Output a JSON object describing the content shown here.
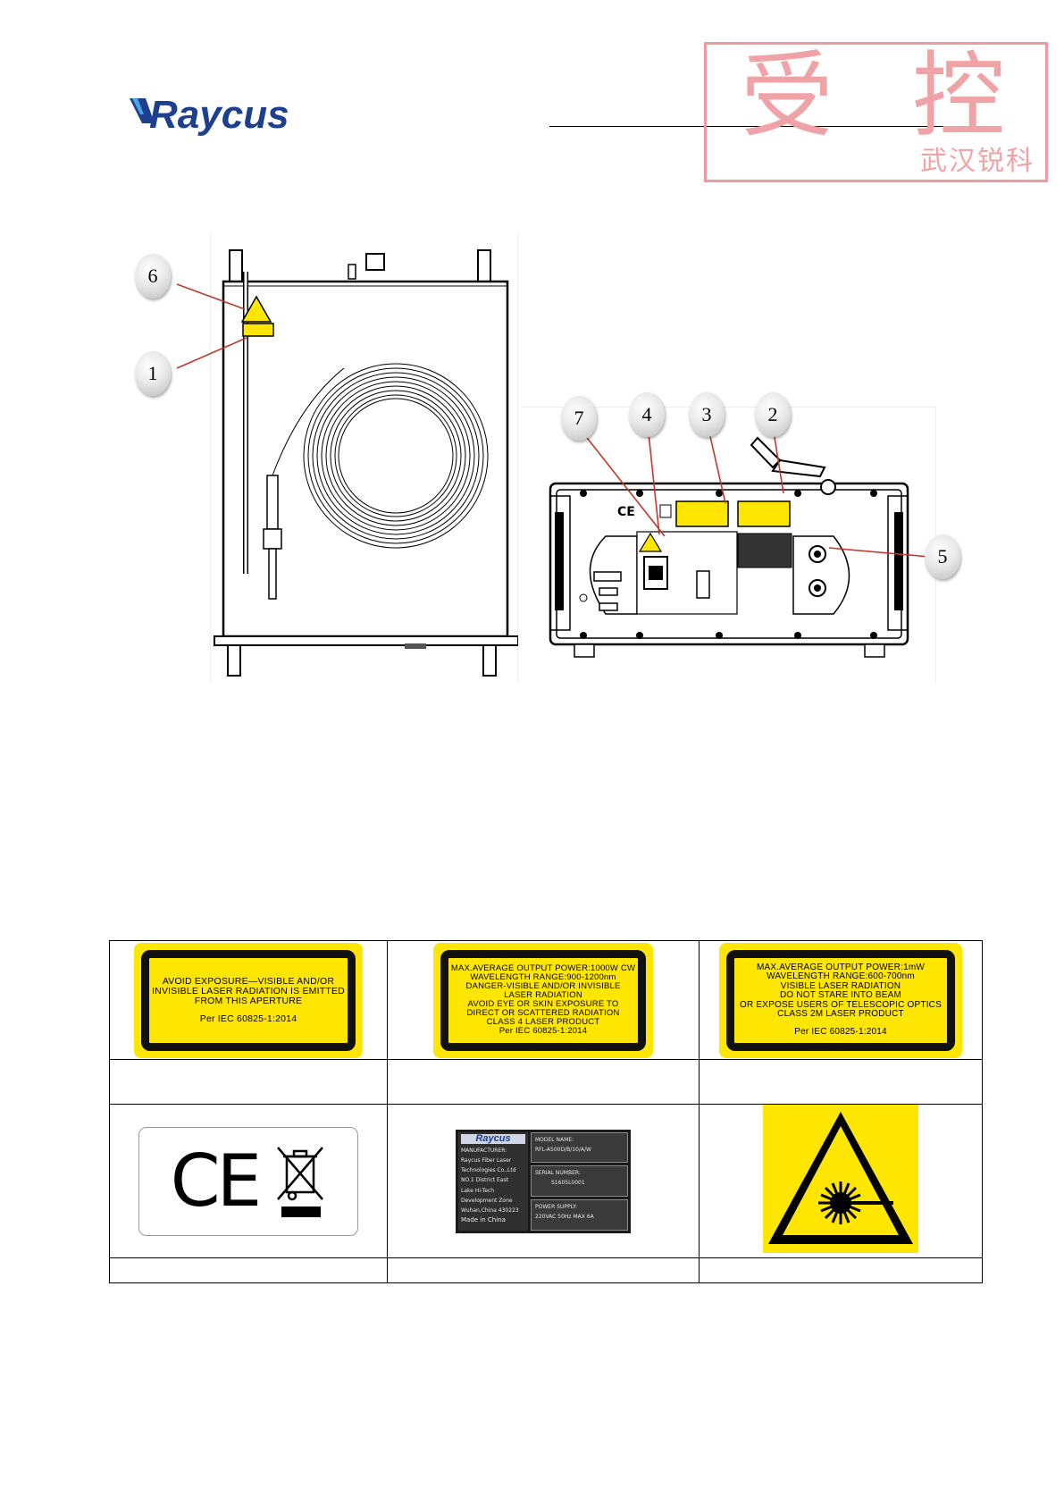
{
  "header": {
    "logo_text": "Raycus",
    "stamp": {
      "char1": "受",
      "char2": "控",
      "sub": "武汉锐科"
    }
  },
  "figure": {
    "callouts": [
      "6",
      "1",
      "7",
      "4",
      "3",
      "2",
      "5"
    ]
  },
  "labels_table": {
    "warning_labels": [
      {
        "lines": [
          "AVOID EXPOSURE—VISIBLE AND/OR",
          "INVISIBLE LASER RADIATION IS EMITTED",
          "FROM THIS APERTURE"
        ],
        "standard": "Per IEC 60825-1:2014"
      },
      {
        "lines": [
          "MAX.AVERAGE OUTPUT POWER:1000W CW",
          "WAVELENGTH RANGE:900-1200nm",
          "DANGER-VISIBLE AND/OR INVISIBLE",
          "LASER RADIATION",
          "AVOID EYE OR SKIN EXPOSURE TO",
          "DIRECT OR SCATTERED RADIATION",
          "CLASS 4 LASER PRODUCT"
        ],
        "standard": "Per IEC 60825-1:2014"
      },
      {
        "lines": [
          "MAX.AVERAGE OUTPUT POWER:1mW",
          "WAVELENGTH RANGE:600-700nm",
          "VISIBLE LASER RADIATION",
          "DO NOT STARE INTO BEAM",
          "OR EXPOSE USERS OF TELESCOPIC OPTICS",
          "CLASS 2M LASER PRODUCT"
        ],
        "standard": "Per IEC 60825-1:2014"
      }
    ],
    "ce_mark": "CE",
    "nameplate": {
      "brand": "Raycus",
      "left": [
        "MANUFACTURER:",
        "Raycus Fiber Laser",
        "Technologies Co.,Ltd",
        "NO.1 District East",
        "Lake Hi-Tech",
        "Development Zone",
        "Wuhan,China 430223",
        "Made in China"
      ],
      "model_label": "MODEL  NAME:",
      "model_value": "RFL-A500D/B/10/A/W",
      "serial_label": "SERIAL  NUMBER:",
      "serial_value": "S1605L0001",
      "power_label": "POWER  SUPPLY:",
      "power_value": "220VAC   50Hz   MAX  6A"
    }
  }
}
